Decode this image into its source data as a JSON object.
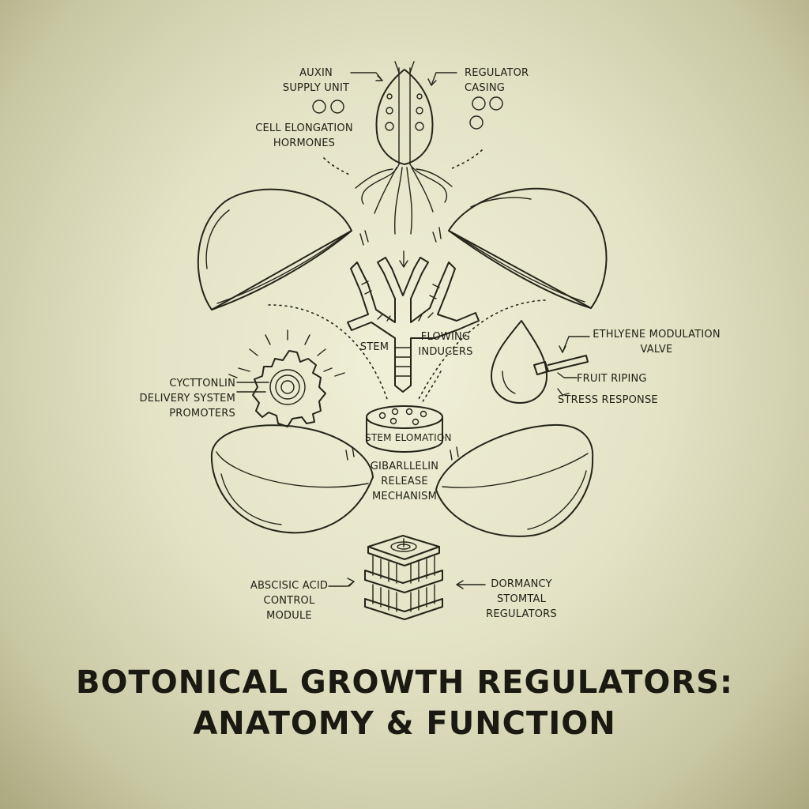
{
  "title": {
    "line1": "BOTONICAL GROWTH REGULATORS:",
    "line2": "ANATOMY & FUNCTION"
  },
  "labels": {
    "auxin_supply": [
      "AUXIN",
      "SUPPLY UNIT"
    ],
    "cell_elongation": [
      "CELL ELONGATION",
      "HORMONES"
    ],
    "regulator_casing": [
      "REGULATOR",
      "CASING"
    ],
    "stem": "STEM",
    "flowing_inducers": [
      "FLOWING",
      "INDUCERS"
    ],
    "ethylene_valve": [
      "ETHLYENE MODULATION",
      "VALVE"
    ],
    "fruit_riping": "FRUIT RIPING",
    "stress_response": "STRESS RESPONSE",
    "cytokinin": [
      "CYCTTONLIN",
      "DELIVERY SYSTEM",
      "PROMOTERS"
    ],
    "stem_elomation": "STEM ELOMATION",
    "gibberellin": [
      "GIBARLLELIN",
      "RELEASE",
      "MECHANISM"
    ],
    "abscisic": [
      "ABSCISIC ACID",
      "CONTROL",
      "MODULE"
    ],
    "dormancy": [
      "DORMANCY",
      "STOMTAL",
      "REGULATORS"
    ]
  },
  "colors": {
    "ink": "#24241a",
    "background": "#e4e3c6"
  }
}
